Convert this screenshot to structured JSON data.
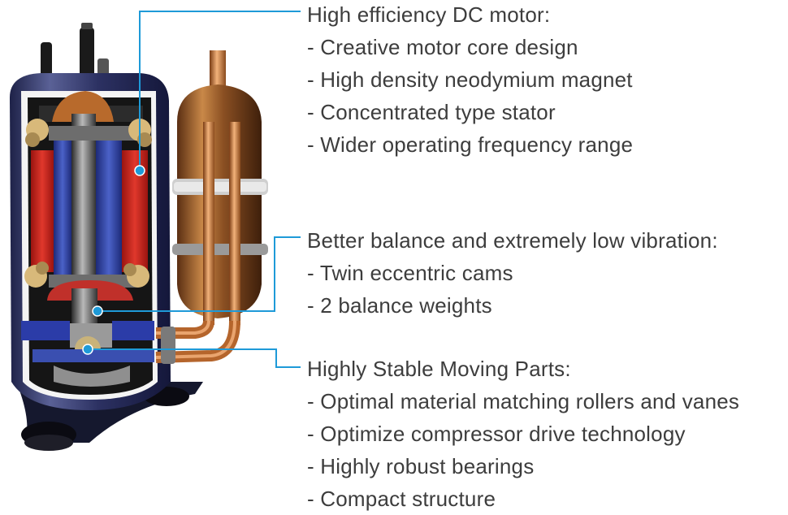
{
  "colors": {
    "leader": "#1e9ad8",
    "text": "#3d3d3d",
    "shell": "#3a3f6e",
    "stator": "#d42a22",
    "rotor": "#3a4fb0",
    "copper": "#b96a32"
  },
  "callouts": [
    {
      "heading": "High efficiency DC motor:",
      "items": [
        "Creative motor core design",
        "High density neodymium magnet",
        "Concentrated type stator",
        "Wider operating frequency range"
      ]
    },
    {
      "heading": "Better balance and extremely low vibration:",
      "items": [
        "Twin eccentric cams",
        "2 balance weights"
      ]
    },
    {
      "heading": "Highly Stable Moving Parts:",
      "items": [
        "Optimal material matching rollers and vanes",
        "Optimize compressor drive technology",
        "Highly robust bearings",
        "Compact structure"
      ]
    }
  ]
}
